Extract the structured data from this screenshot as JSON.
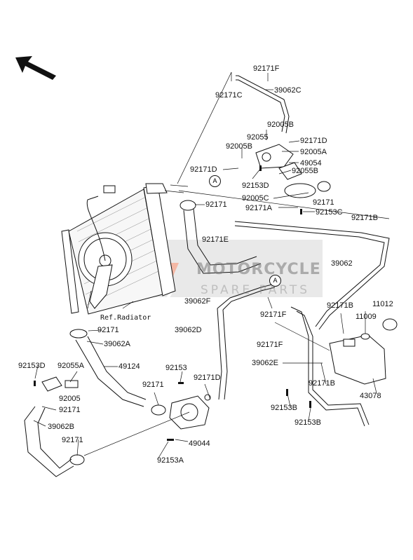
{
  "diagram": {
    "labels": {
      "p92171F_top": "92171F",
      "p92171C": "92171C",
      "p39062C": "39062C",
      "p92005B_a": "92005B",
      "p92055": "92055",
      "p92171D_r": "92171D",
      "p92005B_b": "92005B",
      "p92005A": "92005A",
      "p49054": "49054",
      "p92171D_l": "92171D",
      "p92055B": "92055B",
      "p92153D_top": "92153D",
      "p92005C": "92005C",
      "p92171_upper": "92171",
      "p92171A": "92171A",
      "p92153C": "92153C",
      "p92171B_top": "92171B",
      "p92171_rad": "92171",
      "p92171E": "92171E",
      "p39062": "39062",
      "p39062F": "39062F",
      "p92171F_mid": "92171F",
      "p92171B_mid": "92171B",
      "p11012": "11012",
      "p11009": "11009",
      "p39062D": "39062D",
      "p92171_hose": "92171",
      "p39062A": "39062A",
      "p92171F_low": "92171F",
      "p92153D_left": "92153D",
      "p92055A": "92055A",
      "p49124": "49124",
      "p92153": "92153",
      "p92171D_pump": "92171D",
      "p39062E": "39062E",
      "p92005": "92005",
      "p92171_left": "92171",
      "p92171_pump": "92171",
      "p92171B_low": "92171B",
      "p43078": "43078",
      "p92153B_a": "92153B",
      "p39062B": "39062B",
      "p92153B_b": "92153B",
      "p92171_bottom": "92171",
      "p49044": "49044",
      "p92153A": "92153A"
    },
    "ref_radiator": "Ref.Radiator",
    "callout_letter": "A"
  },
  "watermark": {
    "title": "MOTORCYCLE",
    "subtitle": "SPARE PARTS"
  }
}
